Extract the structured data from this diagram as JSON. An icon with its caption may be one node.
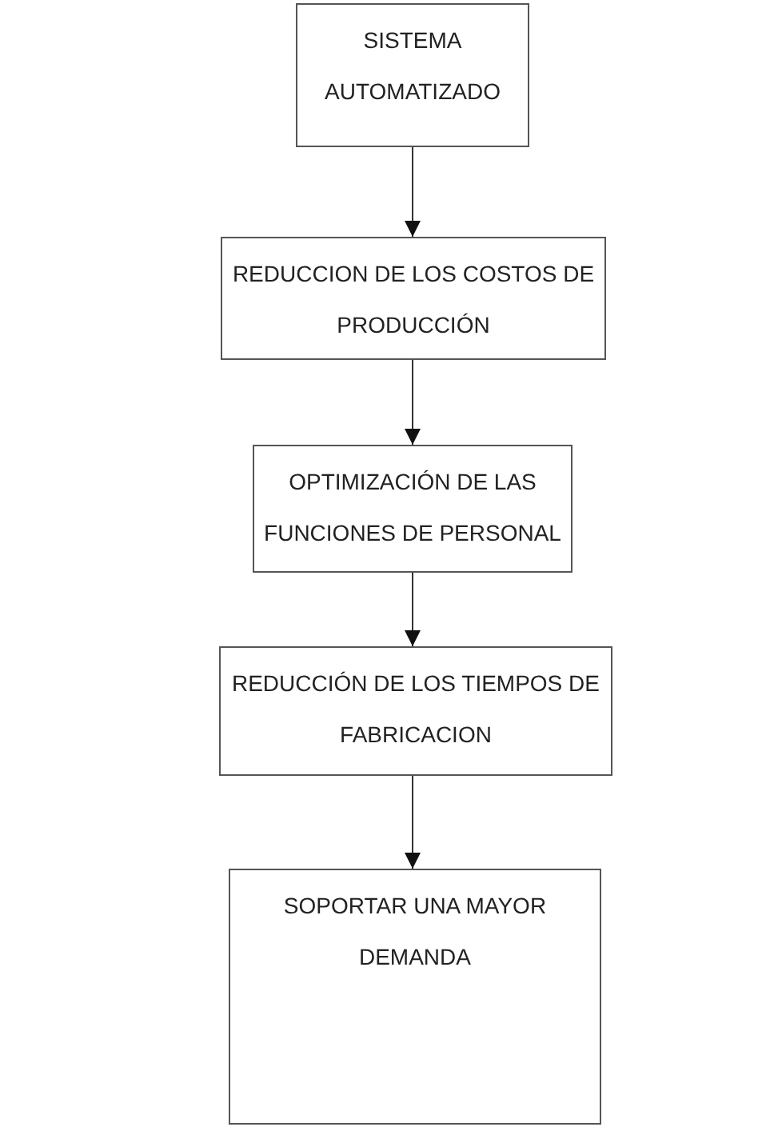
{
  "diagram": {
    "nodes": [
      {
        "text": [
          "SISTEMA AUTOMATIZADO"
        ]
      },
      {
        "text": [
          "REDUCCION DE LOS COSTOS DE PRODUCCIÓN"
        ]
      },
      {
        "text": [
          "OPTIMIZACIÓN DE LAS FUNCIONES DE PERSONAL"
        ]
      },
      {
        "text": [
          "REDUCCIÓN DE LOS TIEMPOS DE FABRICACION"
        ]
      },
      {
        "text": [
          "SOPORTAR UNA MAYOR DEMANDA"
        ]
      }
    ],
    "edges": [
      {
        "from": 0,
        "to": 1,
        "arrow": "to"
      },
      {
        "from": 1,
        "to": 2,
        "arrow": "to"
      },
      {
        "from": 2,
        "to": 3,
        "arrow": "to"
      },
      {
        "from": 3,
        "to": 4,
        "arrow": "to"
      }
    ]
  }
}
